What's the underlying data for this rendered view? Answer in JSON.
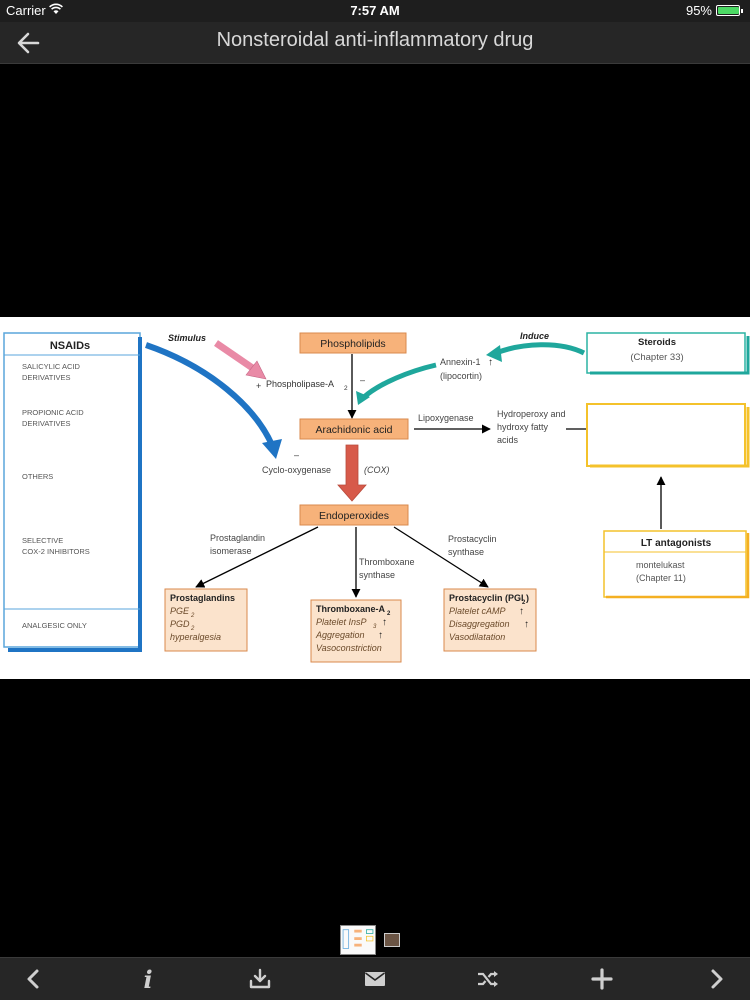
{
  "status_bar": {
    "carrier": "Carrier",
    "time": "7:57 AM",
    "battery": "95%",
    "battery_level": 0.95
  },
  "nav": {
    "title": "Nonsteroidal anti-inflammatory drug"
  },
  "diagram": {
    "nsaids_title": "NSAIDs",
    "nsaids_items": [
      "SALICYLIC ACID",
      "DERIVATIVES",
      "PROPIONIC ACID",
      "DERIVATIVES",
      "OTHERS",
      "SELECTIVE",
      "COX-2 INHIBITORS",
      "ANALGESIC ONLY"
    ],
    "stimulus": "Stimulus",
    "phospholipids": "Phospholipids",
    "phospholipase": "Phospholipase-A",
    "phospholipase_sub": "2",
    "plus": "+",
    "minus": "–",
    "induce": "Induce",
    "steroids": "Steroids",
    "steroids_chapter": "(Chapter 33)",
    "annexin": "Annexin-1",
    "lipocortin": "(lipocortin)",
    "arachidonic": "Arachidonic acid",
    "lipoxygenase": "Lipoxygenase",
    "hydroperoxy_1": "Hydroperoxy and",
    "hydroperoxy_2": "hydroxy fatty",
    "hydroperoxy_3": "acids",
    "cyclooxygenase": "Cyclo-oxygenase",
    "cox": "(COX)",
    "endoperoxides": "Endoperoxides",
    "prostaglandin_isomerase_1": "Prostaglandin",
    "prostaglandin_isomerase_2": "isomerase",
    "thromboxane_synthase_1": "Thromboxane",
    "thromboxane_synthase_2": "synthase",
    "prostacyclin_synthase_1": "Prostacyclin",
    "prostacyclin_synthase_2": "synthase",
    "lt_antagonists": "LT antagonists",
    "montelukast": "montelukast",
    "lt_chapter": "(Chapter 11)",
    "prostaglandins": {
      "title": "Prostaglandins",
      "lines": [
        "PGE",
        "PGD",
        "hyperalgesia"
      ],
      "subs": [
        "2",
        "2"
      ]
    },
    "thromboxane": {
      "title": "Thromboxane-A",
      "title_sub": "2",
      "lines": [
        "Platelet InsP",
        "Aggregation",
        "Vasoconstriction"
      ],
      "sub": "3"
    },
    "prostacyclin": {
      "title": "Prostacyclin (PGI",
      "title_sub": "2",
      "title_end": ")",
      "lines": [
        "Platelet cAMP",
        "Disaggregation",
        "Vasodilatation"
      ]
    },
    "up_arrow": "↑"
  },
  "colors": {
    "orange_box": "#f7b27a",
    "orange_light": "#fbe3cc",
    "teal": "#1fa79c",
    "blue_arrow": "#1f74c4",
    "pink_arrow": "#e98aa6",
    "red_arrow": "#d75a4a",
    "yellow_box": "#f4c22b",
    "nsaid_border": "#5aa6dc",
    "steroid_border": "#2bb3a3"
  },
  "toolbar": {
    "icons": [
      "prev-icon",
      "info-icon",
      "download-icon",
      "mail-icon",
      "shuffle-icon",
      "add-icon",
      "next-icon"
    ],
    "info_glyph": "i"
  }
}
